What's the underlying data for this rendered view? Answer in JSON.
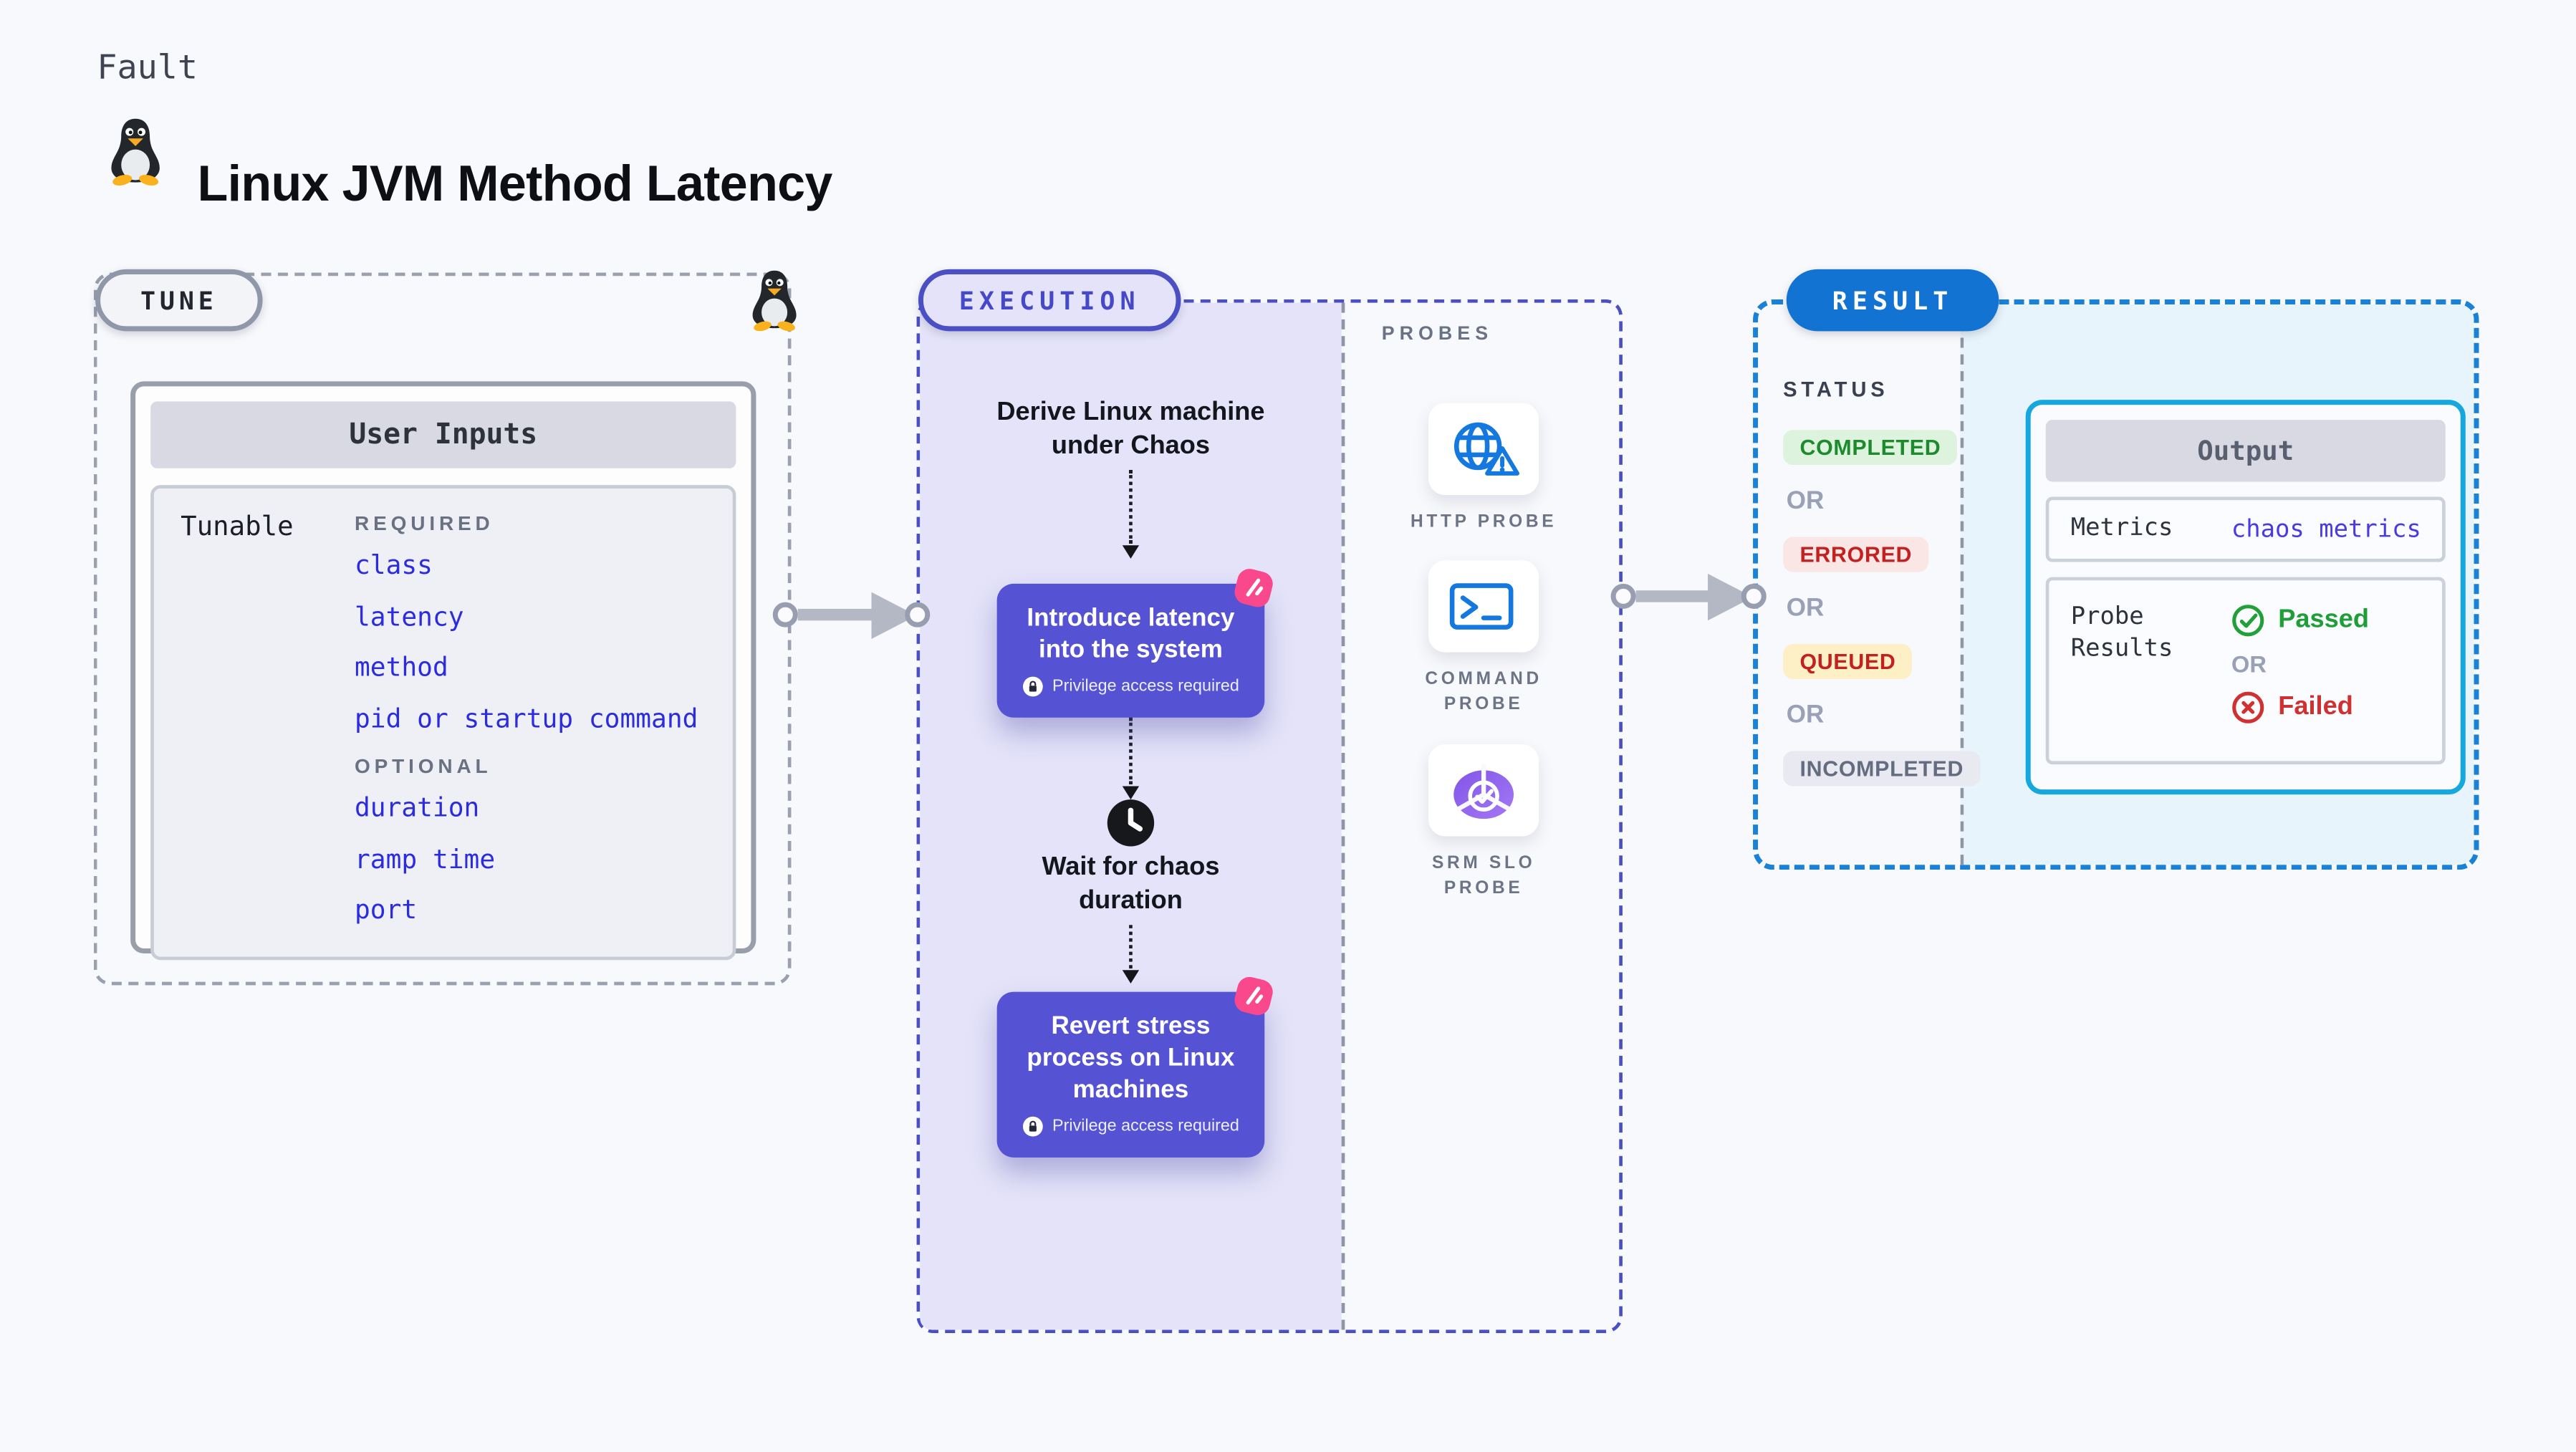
{
  "page": {
    "fault_label": "Fault",
    "title": "Linux JVM Method Latency"
  },
  "tune": {
    "pill": "TUNE",
    "card_header": "User Inputs",
    "row_label": "Tunable",
    "required_label": "REQUIRED",
    "required_items": [
      "class",
      "latency",
      "method",
      "pid or startup command"
    ],
    "optional_label": "OPTIONAL",
    "optional_items": [
      "duration",
      "ramp time",
      "port"
    ]
  },
  "execution": {
    "pill": "EXECUTION",
    "start_label": "Derive Linux machine under Chaos",
    "node1": {
      "title": "Introduce latency into the system",
      "note": "Privilege access required"
    },
    "wait_label": "Wait for chaos duration",
    "node2": {
      "title": "Revert stress process on Linux machines",
      "note": "Privilege access required"
    }
  },
  "probes": {
    "section_label": "PROBES",
    "items": [
      {
        "label": "HTTP PROBE",
        "icon": "globe-warning-icon"
      },
      {
        "label": "COMMAND PROBE",
        "icon": "terminal-icon"
      },
      {
        "label": "SRM SLO PROBE",
        "icon": "slo-donut-check-icon"
      }
    ]
  },
  "result": {
    "pill": "RESULT",
    "status_label": "STATUS",
    "or_label": "OR",
    "statuses": [
      {
        "label": "COMPLETED",
        "fg": "#1e8a2e",
        "bg": "#def3de"
      },
      {
        "label": "ERRORED",
        "fg": "#c32020",
        "bg": "#fbe6e6"
      },
      {
        "label": "QUEUED",
        "fg": "#c32020",
        "bg": "#fdf0c6"
      },
      {
        "label": "INCOMPLETED",
        "fg": "#656c80",
        "bg": "#e9e9f1"
      }
    ],
    "output": {
      "header": "Output",
      "metrics_label": "Metrics",
      "metrics_value": "chaos metrics",
      "probe_results_label": "Probe Results",
      "passed_label": "Passed",
      "failed_label": "Failed"
    }
  },
  "colors": {
    "page_bg": "#f8f9fc",
    "execution_accent": "#4a4fc4",
    "execution_fill": "#e4e3f9",
    "node_fill": "#5552d4",
    "result_accent": "#1a82d6",
    "result_pill": "#1273d2",
    "result_fill": "#e7f4fb",
    "output_border": "#16a7de",
    "tunable_link_blue": "#2b2be0",
    "probe_icon_blue": "#1478de",
    "chaos_badge_pink": "#f9488c",
    "passed_green": "#1f9e37",
    "failed_red": "#d03030"
  }
}
